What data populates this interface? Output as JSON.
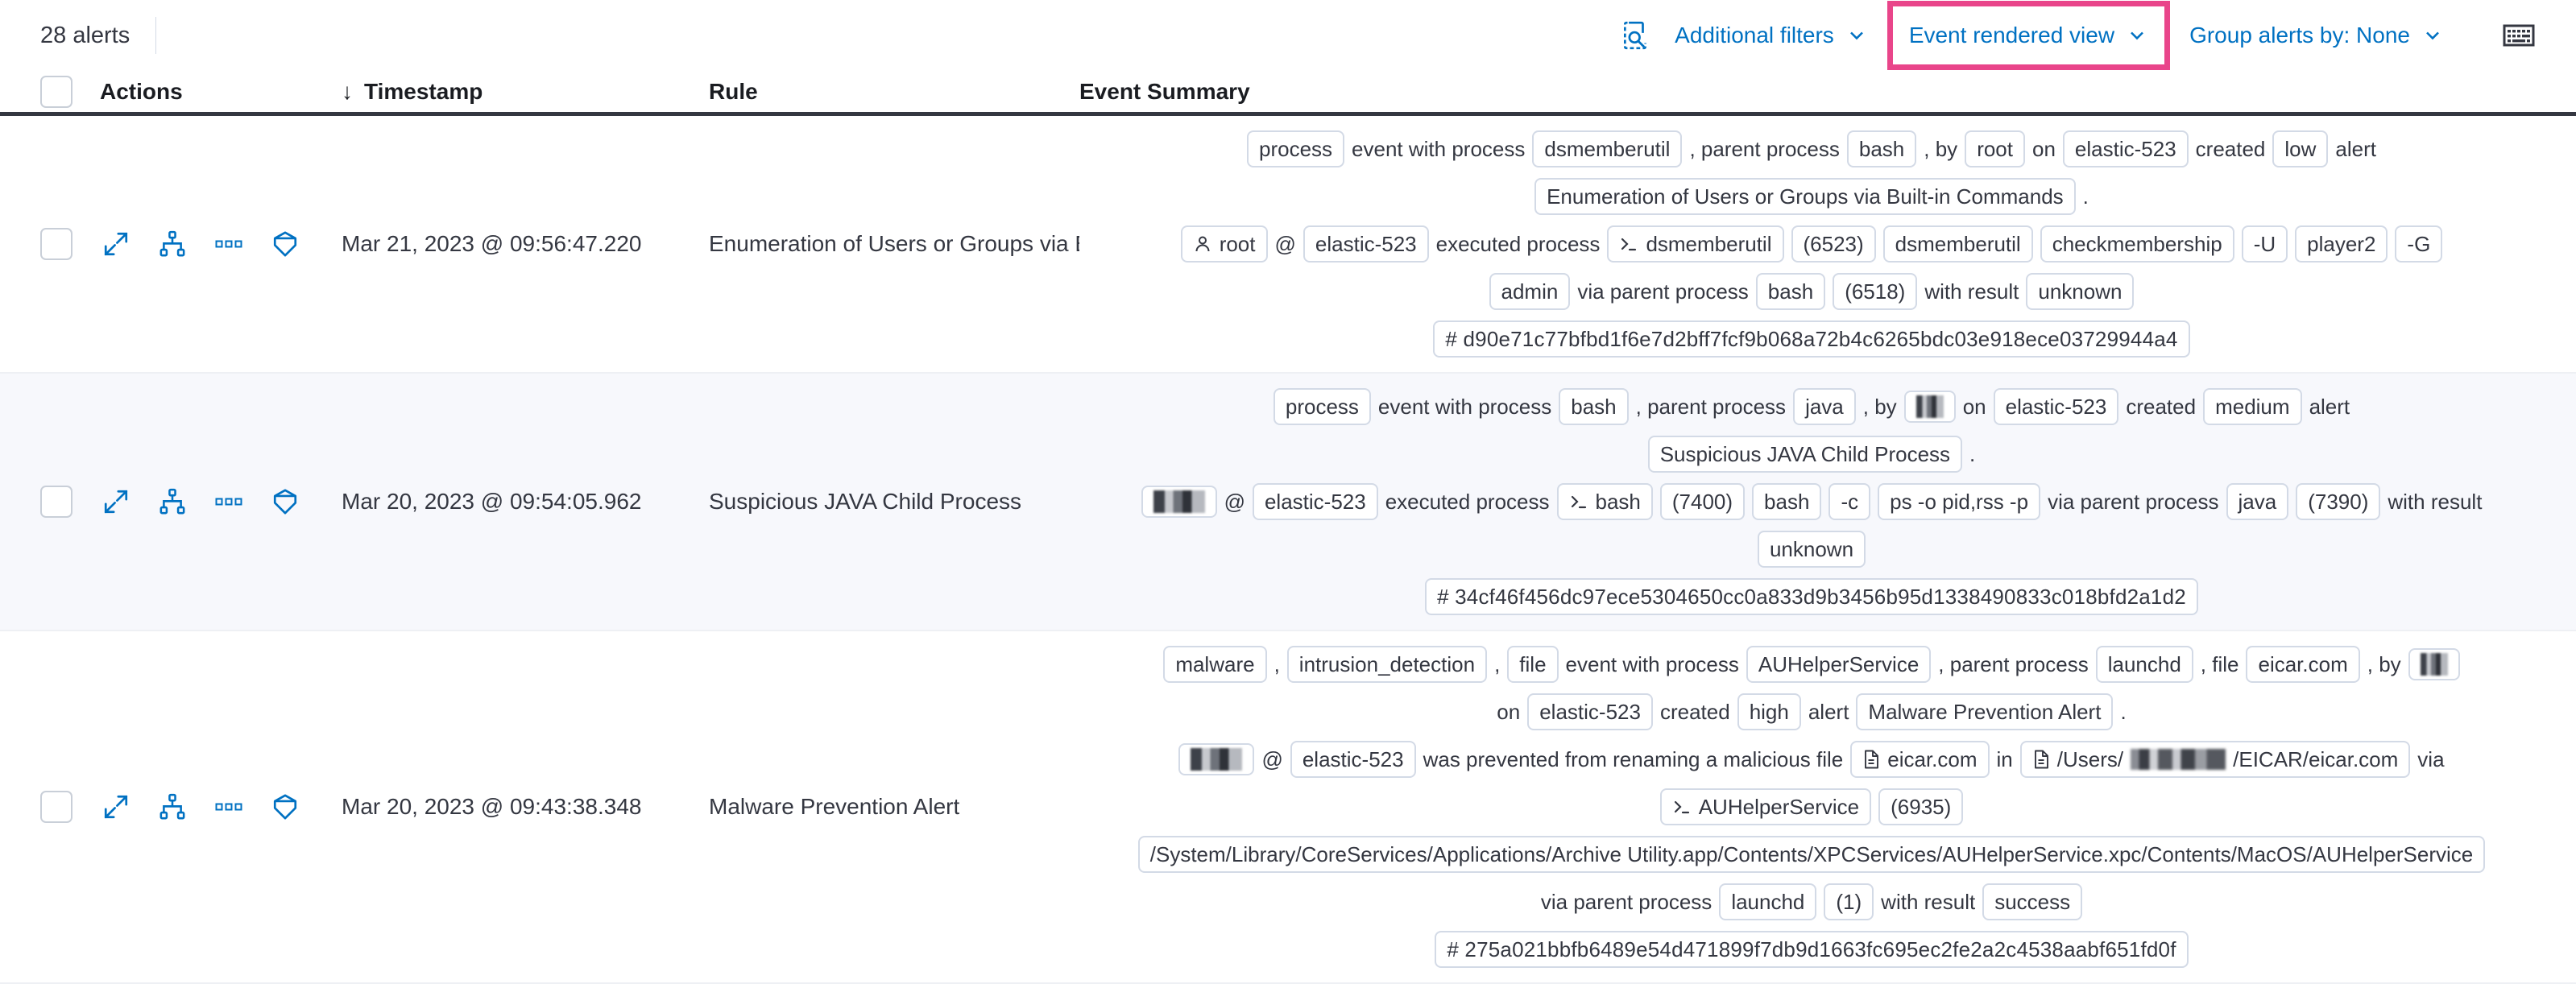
{
  "toolbar": {
    "alerts_count": "28 alerts",
    "additional_filters": "Additional filters",
    "view_selector": "Event rendered view",
    "group_alerts_by": "Group alerts by: None",
    "highlight_color": "#e9458a",
    "link_color": "#0071c2",
    "icons": {
      "inspect": "inspect-magnifier-icon",
      "keyboard": "keyboard-shortcuts-icon",
      "caret": "chevron-down-icon"
    }
  },
  "table": {
    "columns": {
      "actions": "Actions",
      "timestamp": "Timestamp",
      "rule": "Rule",
      "event_summary": "Event Summary",
      "sort_indicator": "↓"
    },
    "rows": [
      {
        "timestamp": "Mar 21, 2023 @ 09:56:47.220",
        "rule": "Enumeration of Users or Groups via Bui",
        "summary": [
          [
            {
              "t": "chip",
              "v": "process"
            },
            {
              "t": "txt",
              "v": "event with process"
            },
            {
              "t": "chip",
              "v": "dsmemberutil"
            },
            {
              "t": "txt",
              "v": ", parent process"
            },
            {
              "t": "chip",
              "v": "bash"
            },
            {
              "t": "txt",
              "v": ", by"
            },
            {
              "t": "chip",
              "v": "root"
            },
            {
              "t": "txt",
              "v": "on"
            },
            {
              "t": "chip",
              "v": "elastic-523"
            },
            {
              "t": "txt",
              "v": "created"
            },
            {
              "t": "chip",
              "v": "low"
            },
            {
              "t": "txt",
              "v": "alert"
            }
          ],
          [
            {
              "t": "chip",
              "v": "Enumeration of Users or Groups via Built-in Commands"
            },
            {
              "t": "txt",
              "v": "."
            }
          ],
          [
            {
              "t": "chip",
              "v": "root",
              "icon": "user-icon"
            },
            {
              "t": "txt",
              "v": "@"
            },
            {
              "t": "chip",
              "v": "elastic-523"
            },
            {
              "t": "txt",
              "v": "executed process"
            },
            {
              "t": "chip",
              "v": "dsmemberutil",
              "icon": "console-icon"
            },
            {
              "t": "chip",
              "v": "(6523)"
            },
            {
              "t": "chip",
              "v": "dsmemberutil"
            },
            {
              "t": "chip",
              "v": "checkmembership"
            },
            {
              "t": "chip",
              "v": "-U"
            },
            {
              "t": "chip",
              "v": "player2"
            },
            {
              "t": "chip",
              "v": "-G"
            }
          ],
          [
            {
              "t": "chip",
              "v": "admin"
            },
            {
              "t": "txt",
              "v": "via parent process"
            },
            {
              "t": "chip",
              "v": "bash"
            },
            {
              "t": "chip",
              "v": "(6518)"
            },
            {
              "t": "txt",
              "v": "with result"
            },
            {
              "t": "chip",
              "v": "unknown"
            }
          ],
          [
            {
              "t": "chip",
              "v": "# d90e71c77bfbd1f6e7d2bff7fcf9b068a72b4c6265bdc03e918ece03729944a4",
              "cls": "hash"
            }
          ]
        ]
      },
      {
        "timestamp": "Mar 20, 2023 @ 09:54:05.962",
        "rule": "Suspicious JAVA Child Process",
        "summary": [
          [
            {
              "t": "chip",
              "v": "process"
            },
            {
              "t": "txt",
              "v": "event with process"
            },
            {
              "t": "chip",
              "v": "bash"
            },
            {
              "t": "txt",
              "v": ", parent process"
            },
            {
              "t": "chip",
              "v": "java"
            },
            {
              "t": "txt",
              "v": ", by"
            },
            {
              "t": "chip",
              "v": "",
              "redact": "sm"
            },
            {
              "t": "txt",
              "v": "on"
            },
            {
              "t": "chip",
              "v": "elastic-523"
            },
            {
              "t": "txt",
              "v": "created"
            },
            {
              "t": "chip",
              "v": "medium"
            },
            {
              "t": "txt",
              "v": "alert"
            }
          ],
          [
            {
              "t": "chip",
              "v": "Suspicious JAVA Child Process"
            },
            {
              "t": "txt",
              "v": "."
            }
          ],
          [
            {
              "t": "chip",
              "v": "",
              "redact": "lg"
            },
            {
              "t": "txt",
              "v": "@"
            },
            {
              "t": "chip",
              "v": "elastic-523"
            },
            {
              "t": "txt",
              "v": "executed process"
            },
            {
              "t": "chip",
              "v": "bash",
              "icon": "console-icon"
            },
            {
              "t": "chip",
              "v": "(7400)"
            },
            {
              "t": "chip",
              "v": "bash"
            },
            {
              "t": "chip",
              "v": "-c"
            },
            {
              "t": "chip",
              "v": "ps -o pid,rss -p"
            },
            {
              "t": "txt",
              "v": "via parent process"
            },
            {
              "t": "chip",
              "v": "java"
            },
            {
              "t": "chip",
              "v": "(7390)"
            },
            {
              "t": "txt",
              "v": "with result"
            }
          ],
          [
            {
              "t": "chip",
              "v": "unknown"
            }
          ],
          [
            {
              "t": "chip",
              "v": "# 34cf46f456dc97ece5304650cc0a833d9b3456b95d1338490833c018bfd2a1d2",
              "cls": "hash"
            }
          ]
        ]
      },
      {
        "timestamp": "Mar 20, 2023 @ 09:43:38.348",
        "rule": "Malware Prevention Alert",
        "summary": [
          [
            {
              "t": "chip",
              "v": "malware"
            },
            {
              "t": "txt",
              "v": ","
            },
            {
              "t": "chip",
              "v": "intrusion_detection"
            },
            {
              "t": "txt",
              "v": ","
            },
            {
              "t": "chip",
              "v": "file"
            },
            {
              "t": "txt",
              "v": "event with process"
            },
            {
              "t": "chip",
              "v": "AUHelperService"
            },
            {
              "t": "txt",
              "v": ", parent process"
            },
            {
              "t": "chip",
              "v": "launchd"
            },
            {
              "t": "txt",
              "v": ", file"
            },
            {
              "t": "chip",
              "v": "eicar.com"
            },
            {
              "t": "txt",
              "v": ", by"
            },
            {
              "t": "chip",
              "v": "",
              "redact": "sm"
            }
          ],
          [
            {
              "t": "txt",
              "v": "on"
            },
            {
              "t": "chip",
              "v": "elastic-523"
            },
            {
              "t": "txt",
              "v": "created"
            },
            {
              "t": "chip",
              "v": "high"
            },
            {
              "t": "txt",
              "v": "alert"
            },
            {
              "t": "chip",
              "v": "Malware Prevention Alert"
            },
            {
              "t": "txt",
              "v": "."
            }
          ],
          [
            {
              "t": "chip",
              "v": "",
              "redact": "lg"
            },
            {
              "t": "txt",
              "v": "@"
            },
            {
              "t": "chip",
              "v": "elastic-523"
            },
            {
              "t": "txt",
              "v": "was prevented from renaming a malicious file"
            },
            {
              "t": "chip",
              "v": "eicar.com",
              "icon": "file-icon"
            },
            {
              "t": "txt",
              "v": "in"
            },
            {
              "t": "chip",
              "v": "/Users/",
              "suffix": "/EICAR/eicar.com",
              "icon": "file-icon",
              "redact": "path"
            },
            {
              "t": "txt",
              "v": "via"
            }
          ],
          [
            {
              "t": "chip",
              "v": "AUHelperService",
              "icon": "console-icon"
            },
            {
              "t": "chip",
              "v": "(6935)"
            }
          ],
          [
            {
              "t": "chip",
              "v": "/System/Library/CoreServices/Applications/Archive Utility.app/Contents/XPCServices/AUHelperService.xpc/Contents/MacOS/AUHelperService"
            }
          ],
          [
            {
              "t": "txt",
              "v": "via parent process"
            },
            {
              "t": "chip",
              "v": "launchd"
            },
            {
              "t": "chip",
              "v": "(1)"
            },
            {
              "t": "txt",
              "v": "with result"
            },
            {
              "t": "chip",
              "v": "success"
            }
          ],
          [
            {
              "t": "chip",
              "v": "# 275a021bbfb6489e54d471899f7db9d1663fc695ec2fe2a2c4538aabf651fd0f",
              "cls": "hash"
            }
          ]
        ]
      }
    ],
    "row_actions": [
      "expand-alert-details-icon",
      "analyze-event-icon",
      "more-actions-icon",
      "session-view-icon"
    ]
  }
}
